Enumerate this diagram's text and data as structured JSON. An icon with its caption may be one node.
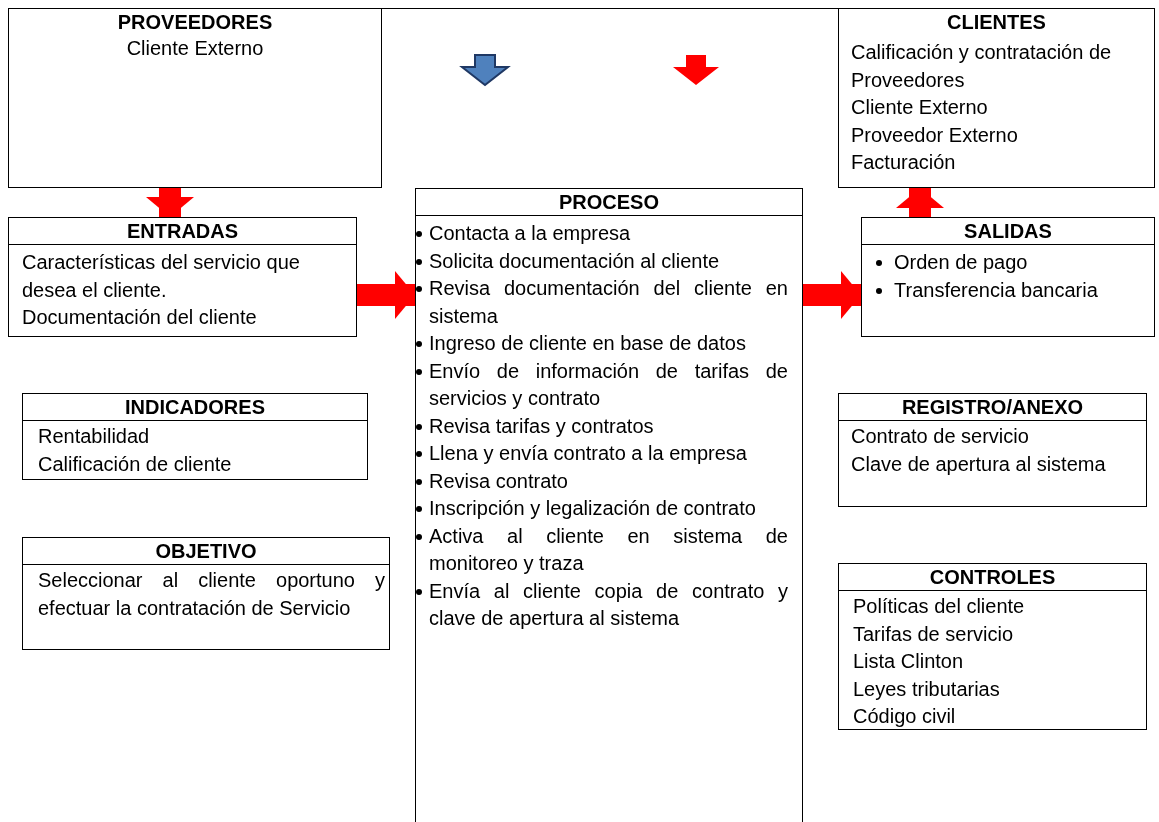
{
  "diagram": {
    "nodes": [
      {
        "text": [
          "PROVEEDORES",
          "Cliente Externo"
        ]
      },
      {
        "text": [
          "CLIENTES",
          "Calificación y contratación de Proveedores",
          "Cliente Externo",
          "Proveedor Externo",
          "Facturación"
        ]
      },
      {
        "text": [
          "ENTRADAS",
          "Características del servicio que desea el cliente.",
          "Documentación del cliente"
        ]
      },
      {
        "text": [
          "PROCESO",
          "Contacta a la empresa",
          "Solicita documentación al cliente",
          "Revisa documentación del cliente en sistema",
          "Ingreso de cliente en base de datos",
          "Envío de información de tarifas de servicios y contrato",
          "Revisa tarifas y contratos",
          "Llena y envía contrato a la empresa",
          "Revisa contrato",
          "Inscripción y legalización de contrato",
          "Activa al cliente en sistema de monitoreo y traza",
          "Envía al cliente copia de contrato y clave de apertura al sistema"
        ]
      },
      {
        "text": [
          "SALIDAS",
          "Orden de pago",
          "Transferencia bancaria"
        ]
      },
      {
        "text": [
          "INDICADORES",
          "Rentabilidad",
          "Calificación de cliente"
        ]
      },
      {
        "text": [
          "REGISTRO/ANEXO",
          "Contrato de servicio",
          "Clave de apertura al sistema"
        ]
      },
      {
        "text": [
          "OBJETIVO",
          "Seleccionar al cliente oportuno y efectuar la contratación de Servicio"
        ]
      },
      {
        "text": [
          "CONTROLES",
          "Políticas del cliente",
          "Tarifas de servicio",
          "Lista Clinton",
          "Leyes tributarias",
          "Código civil"
        ]
      }
    ],
    "edges": [
      {
        "from": 0,
        "to": 2,
        "arrow": "to"
      },
      {
        "from": 2,
        "to": 3,
        "arrow": "to"
      },
      {
        "from": 3,
        "to": 4,
        "arrow": "to"
      },
      {
        "from": 4,
        "to": 1,
        "arrow": "to"
      }
    ]
  }
}
